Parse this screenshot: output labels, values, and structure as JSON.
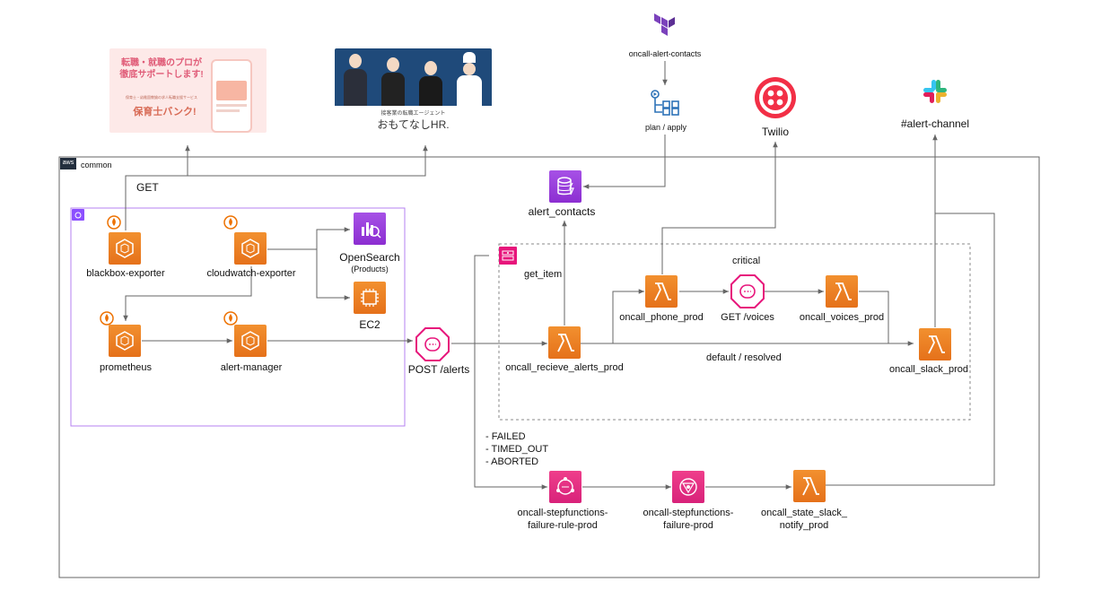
{
  "aws_group": {
    "badge": "aws",
    "label": "common"
  },
  "banners": {
    "hoikushi": {
      "headline_line1": "転職・就職のプロが",
      "headline_line2": "徹底サポートします!",
      "subtitle": "保育士・幼稚園教諭の求人転職支援サービス",
      "brand": "保育士バンク!"
    },
    "omotenashi": {
      "tagline": "接客業の転職エージェント",
      "brand": "おもてなしHR."
    }
  },
  "labels": {
    "get": "GET",
    "blackbox_exporter": "blackbox-exporter",
    "cloudwatch_exporter": "cloudwatch-exporter",
    "opensearch": "OpenSearch",
    "opensearch_sub": "(Products)",
    "ec2": "EC2",
    "prometheus": "prometheus",
    "alert_manager": "alert-manager",
    "post_alerts": "POST /alerts",
    "alert_contacts": "alert_contacts",
    "get_item": "get_item",
    "critical": "critical",
    "oncall_phone_prod": "oncall_phone_prod",
    "get_voices": "GET /voices",
    "oncall_voices_prod": "oncall_voices_prod",
    "oncall_recieve_alerts_prod": "oncall_recieve_alerts_prod",
    "default_resolved": "default / resolved",
    "oncall_slack_prod": "oncall_slack_prod",
    "failure_states": "- FAILED\n- TIMED_OUT\n- ABORTED",
    "stepfunctions_failure_rule": "oncall-stepfunctions-\nfailure-rule-prod",
    "stepfunctions_failure": "oncall-stepfunctions-\nfailure-prod",
    "state_slack_notify": "oncall_state_slack_\nnotify_prod",
    "terraform_contacts": "oncall-alert-contacts",
    "plan_apply": "plan / apply",
    "twilio": "Twilio",
    "alert_channel": "#alert-channel"
  },
  "colors": {
    "aws_orange": "#ED7100",
    "aws_purple": "#8C4FFF",
    "aws_pink": "#E7157B",
    "group_border": "#9b4ff0",
    "terraform": "#7B42BC",
    "codepipeline": "#2E73B8",
    "twilio_red": "#F22F46"
  }
}
